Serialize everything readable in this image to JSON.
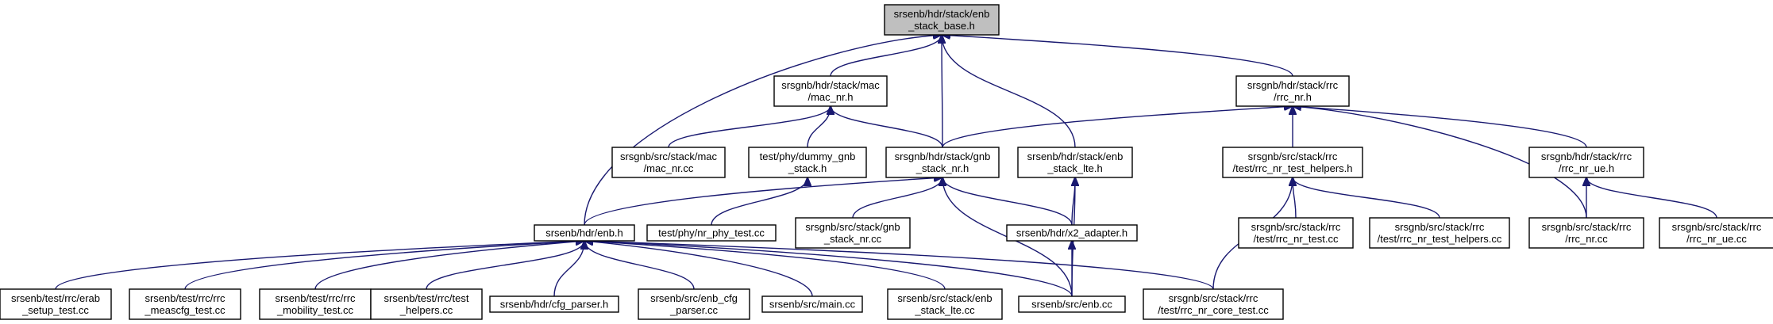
{
  "diagram": {
    "type": "include-dependency-graph",
    "colors": {
      "edge": "#191970",
      "root_fill": "#bfbfbf",
      "node_fill": "#ffffff",
      "border": "#000000"
    },
    "nodes": [
      {
        "id": "n0",
        "lines": [
          "srsenb/hdr/stack/enb",
          "_stack_base.h"
        ],
        "root": true
      },
      {
        "id": "n1",
        "lines": [
          "srsgnb/hdr/stack/mac",
          "/mac_nr.h"
        ]
      },
      {
        "id": "n2",
        "lines": [
          "srsgnb/hdr/stack/rrc",
          "/rrc_nr.h"
        ]
      },
      {
        "id": "n3",
        "lines": [
          "srsgnb/src/stack/mac",
          "/mac_nr.cc"
        ]
      },
      {
        "id": "n4",
        "lines": [
          "test/phy/dummy_gnb",
          "_stack.h"
        ]
      },
      {
        "id": "n5",
        "lines": [
          "srsgnb/hdr/stack/gnb",
          "_stack_nr.h"
        ]
      },
      {
        "id": "n6",
        "lines": [
          "srsenb/hdr/stack/enb",
          "_stack_lte.h"
        ]
      },
      {
        "id": "n7",
        "lines": [
          "srsgnb/src/stack/rrc",
          "/test/rrc_nr_test_helpers.h"
        ]
      },
      {
        "id": "n8",
        "lines": [
          "srsgnb/hdr/stack/rrc",
          "/rrc_nr_ue.h"
        ]
      },
      {
        "id": "n9",
        "lines": [
          "srsenb/hdr/enb.h"
        ]
      },
      {
        "id": "n10",
        "lines": [
          "test/phy/nr_phy_test.cc"
        ]
      },
      {
        "id": "n11",
        "lines": [
          "srsgnb/src/stack/gnb",
          "_stack_nr.cc"
        ]
      },
      {
        "id": "n12",
        "lines": [
          "srsenb/hdr/x2_adapter.h"
        ]
      },
      {
        "id": "n13",
        "lines": [
          "srsgnb/src/stack/rrc",
          "/test/rrc_nr_test.cc"
        ]
      },
      {
        "id": "n14",
        "lines": [
          "srsgnb/src/stack/rrc",
          "/test/rrc_nr_test_helpers.cc"
        ]
      },
      {
        "id": "n15",
        "lines": [
          "srsgnb/src/stack/rrc",
          "/rrc_nr.cc"
        ]
      },
      {
        "id": "n16",
        "lines": [
          "srsgnb/src/stack/rrc",
          "/rrc_nr_ue.cc"
        ]
      },
      {
        "id": "n17",
        "lines": [
          "srsenb/test/rrc/erab",
          "_setup_test.cc"
        ]
      },
      {
        "id": "n18",
        "lines": [
          "srsenb/test/rrc/rrc",
          "_meascfg_test.cc"
        ]
      },
      {
        "id": "n19",
        "lines": [
          "srsenb/test/rrc/rrc",
          "_mobility_test.cc"
        ]
      },
      {
        "id": "n20",
        "lines": [
          "srsenb/test/rrc/test",
          "_helpers.cc"
        ]
      },
      {
        "id": "n21",
        "lines": [
          "srsenb/hdr/cfg_parser.h"
        ]
      },
      {
        "id": "n22",
        "lines": [
          "srsenb/src/enb_cfg",
          "_parser.cc"
        ]
      },
      {
        "id": "n23",
        "lines": [
          "srsenb/src/main.cc"
        ]
      },
      {
        "id": "n24",
        "lines": [
          "srsenb/src/stack/enb",
          "_stack_lte.cc"
        ]
      },
      {
        "id": "n25",
        "lines": [
          "srsenb/src/enb.cc"
        ]
      },
      {
        "id": "n26",
        "lines": [
          "srsgnb/src/stack/rrc",
          "/test/rrc_nr_core_test.cc"
        ]
      }
    ],
    "edges": [
      [
        "n1",
        "n0"
      ],
      [
        "n2",
        "n0"
      ],
      [
        "n5",
        "n0"
      ],
      [
        "n6",
        "n0"
      ],
      [
        "n9",
        "n0"
      ],
      [
        "n3",
        "n1"
      ],
      [
        "n4",
        "n1"
      ],
      [
        "n5",
        "n1"
      ],
      [
        "n5",
        "n2"
      ],
      [
        "n7",
        "n2"
      ],
      [
        "n8",
        "n2"
      ],
      [
        "n15",
        "n2"
      ],
      [
        "n10",
        "n4"
      ],
      [
        "n9",
        "n5"
      ],
      [
        "n11",
        "n5"
      ],
      [
        "n12",
        "n5"
      ],
      [
        "n25",
        "n5"
      ],
      [
        "n12",
        "n6"
      ],
      [
        "n25",
        "n6"
      ],
      [
        "n13",
        "n7"
      ],
      [
        "n14",
        "n7"
      ],
      [
        "n26",
        "n7"
      ],
      [
        "n15",
        "n8"
      ],
      [
        "n16",
        "n8"
      ],
      [
        "n17",
        "n9"
      ],
      [
        "n18",
        "n9"
      ],
      [
        "n19",
        "n9"
      ],
      [
        "n20",
        "n9"
      ],
      [
        "n21",
        "n9"
      ],
      [
        "n22",
        "n9"
      ],
      [
        "n23",
        "n9"
      ],
      [
        "n24",
        "n9"
      ],
      [
        "n25",
        "n9"
      ],
      [
        "n26",
        "n9"
      ],
      [
        "n25",
        "n12"
      ]
    ]
  }
}
